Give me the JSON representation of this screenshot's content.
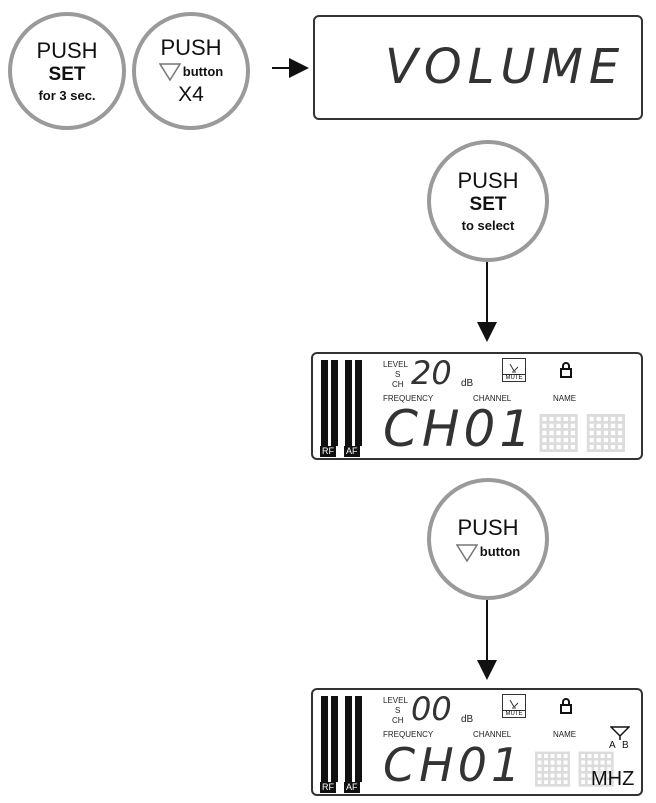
{
  "step1": {
    "push": "PUSH",
    "set": "SET",
    "sub": "for 3 sec."
  },
  "step2": {
    "push": "PUSH",
    "button": "button",
    "count": "X4"
  },
  "display1": {
    "text": "VOLUME"
  },
  "step3": {
    "push": "PUSH",
    "set": "SET",
    "sub": "to select"
  },
  "display2": {
    "level": "LEVEL",
    "s": "S",
    "ch": "CH",
    "value": "20",
    "unit": "dB",
    "mute": "MUTE",
    "frequency": "FREQUENCY",
    "channel": "CHANNEL",
    "name": "NAME",
    "main": "CH01",
    "rf": "RF",
    "af": "AF"
  },
  "step4": {
    "push": "PUSH",
    "button": "button"
  },
  "display3": {
    "level": "LEVEL",
    "s": "S",
    "ch": "CH",
    "value": "00",
    "unit": "dB",
    "mute": "MUTE",
    "frequency": "FREQUENCY",
    "channel": "CHANNEL",
    "name": "NAME",
    "main": "CH01",
    "rf": "RF",
    "af": "AF",
    "mhz": "MHZ",
    "a": "A",
    "b": "B"
  }
}
